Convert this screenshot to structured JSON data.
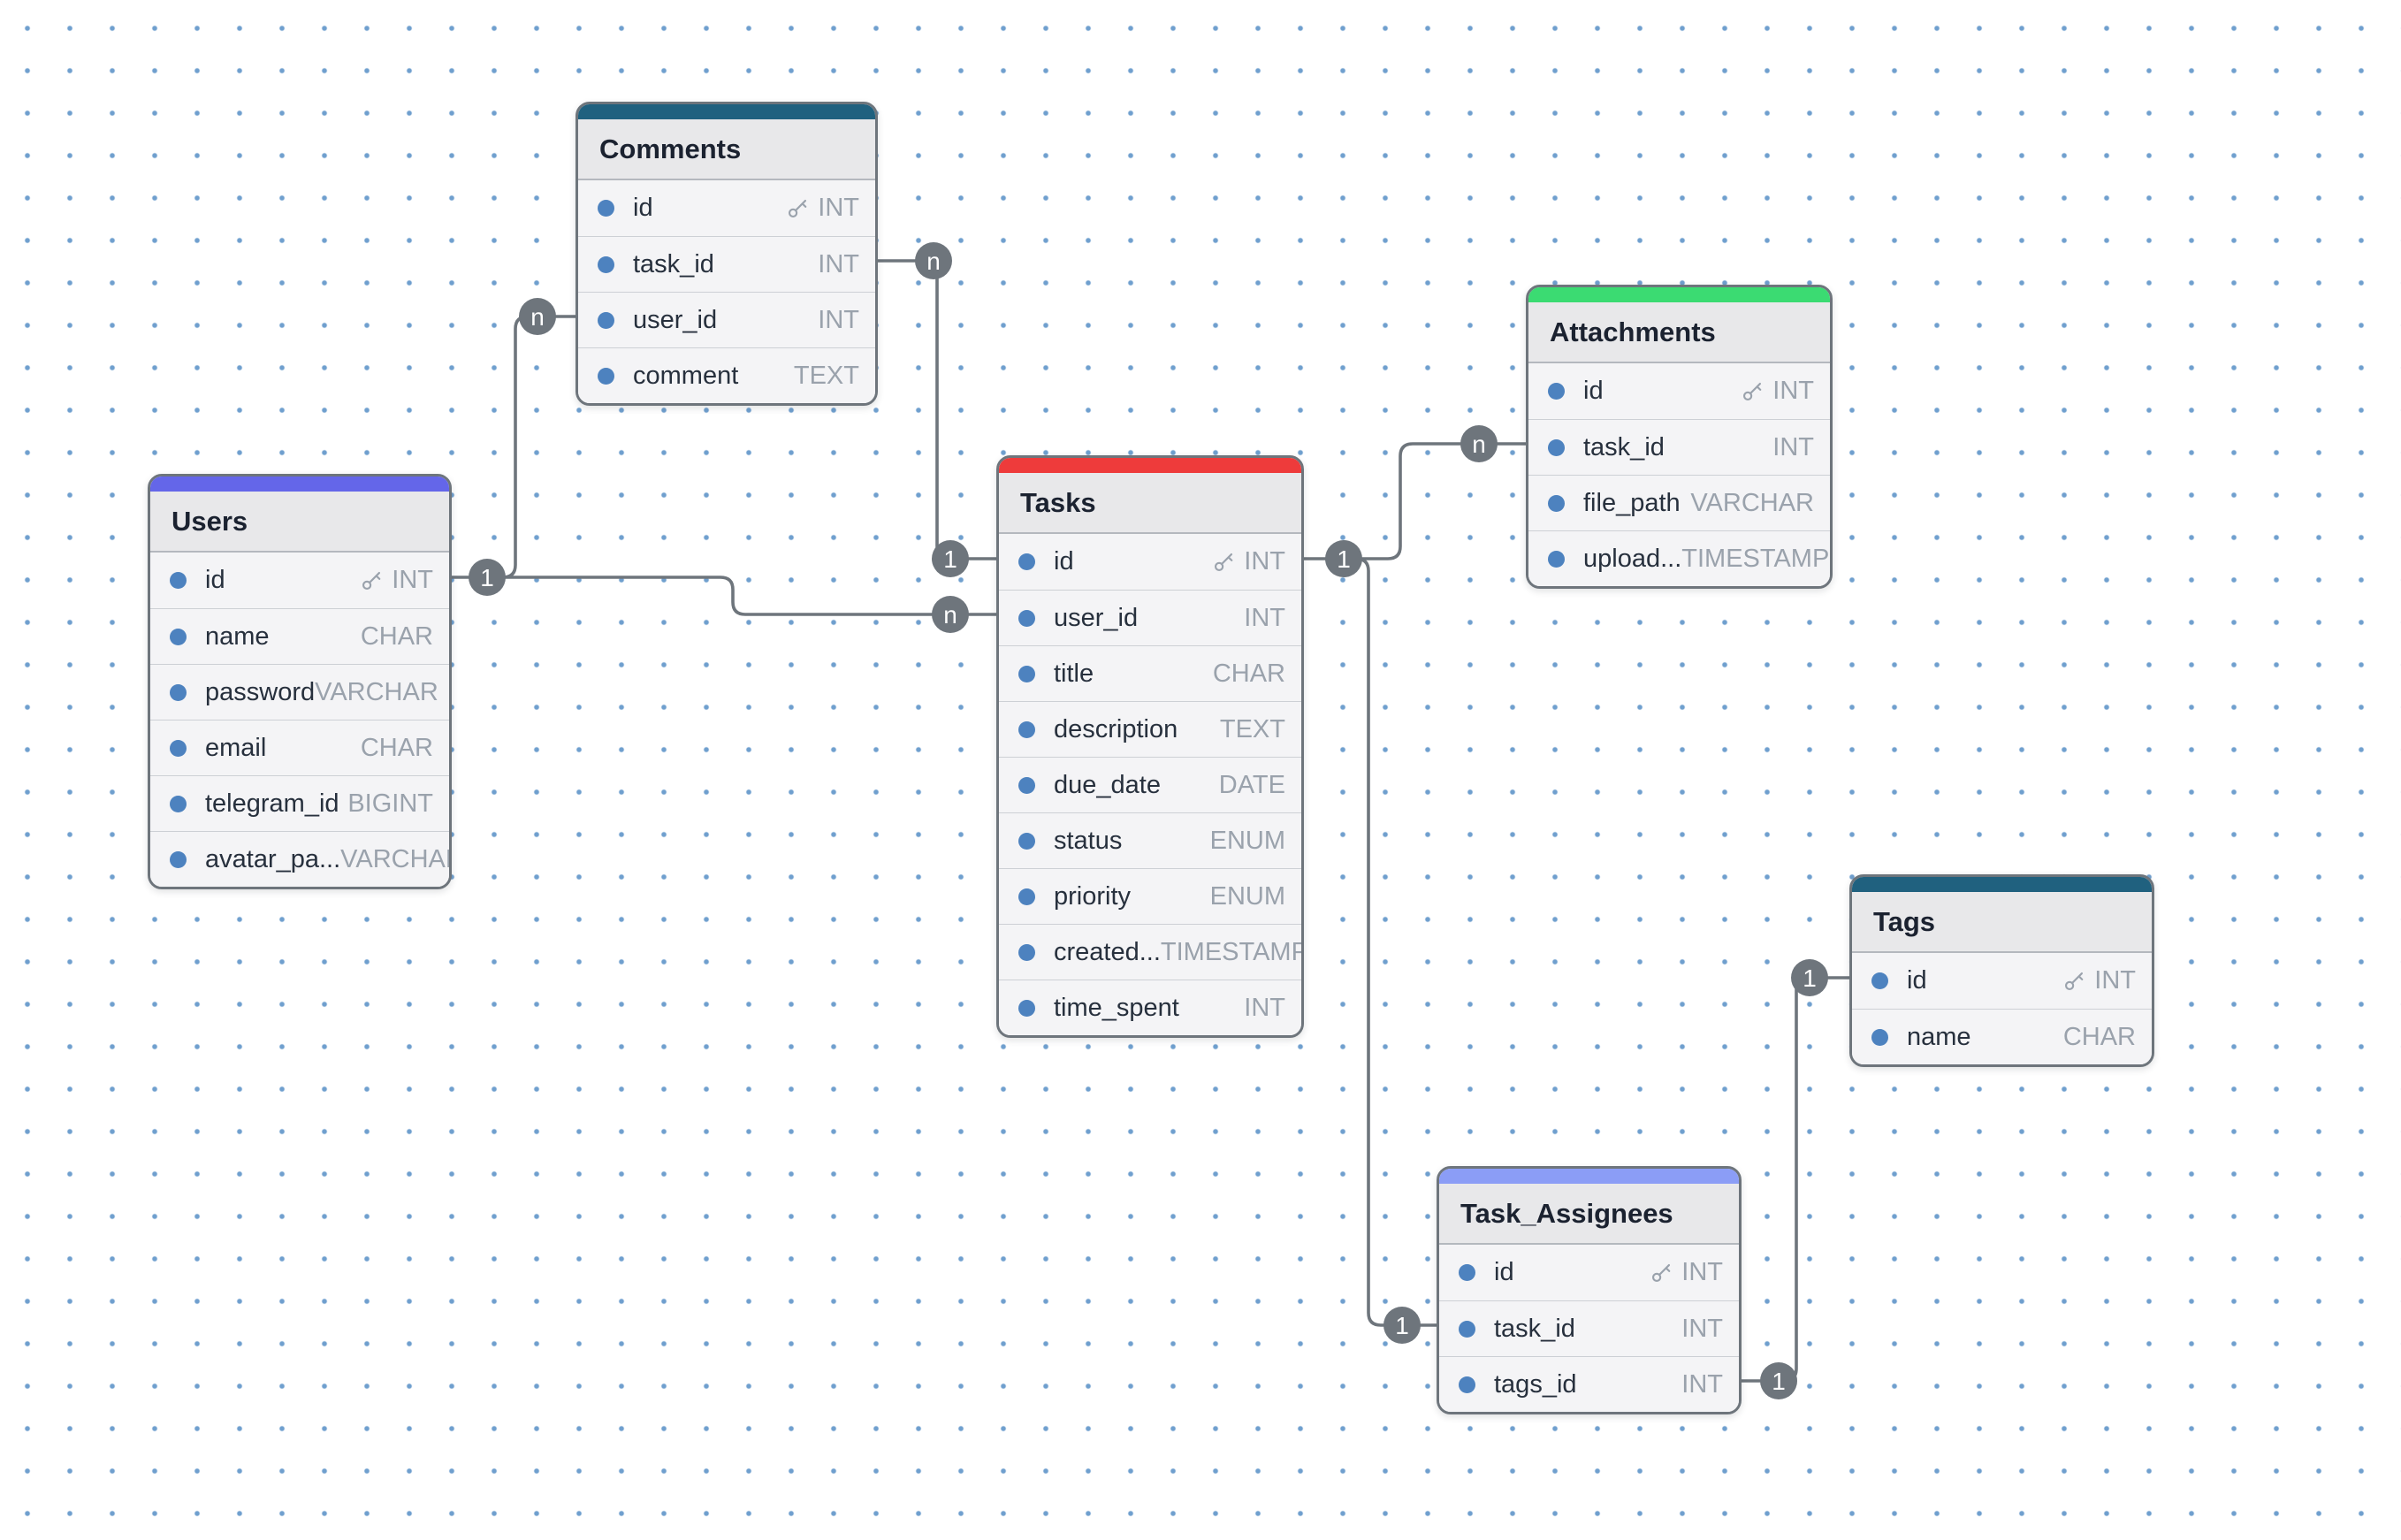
{
  "theme": {
    "canvas_background": "#ffffff",
    "grid_dot_color": "#6f9fce",
    "edge_color": "#6e757c",
    "marker_color": "#6e757c",
    "marker_text_color": "#ffffff",
    "field_dot_color": "#4d82bf",
    "table_border_color": "#6e757c",
    "table_header_background": "#e8e8ea",
    "table_row_background": "#f4f4f6"
  },
  "tables": {
    "comments": {
      "title": "Comments",
      "accent": "#20617f",
      "fields": [
        {
          "name": "id",
          "type": "INT",
          "primary_key": true
        },
        {
          "name": "task_id",
          "type": "INT",
          "primary_key": false
        },
        {
          "name": "user_id",
          "type": "INT",
          "primary_key": false
        },
        {
          "name": "comment",
          "type": "TEXT",
          "primary_key": false
        }
      ]
    },
    "users": {
      "title": "Users",
      "accent": "#6466e9",
      "fields": [
        {
          "name": "id",
          "type": "INT",
          "primary_key": true
        },
        {
          "name": "name",
          "type": "CHAR",
          "primary_key": false
        },
        {
          "name": "password",
          "type": "VARCHAR",
          "primary_key": false
        },
        {
          "name": "email",
          "type": "CHAR",
          "primary_key": false
        },
        {
          "name": "telegram_id",
          "type": "BIGINT",
          "primary_key": false
        },
        {
          "name": "avatar_pa...",
          "type": "VARCHAR",
          "primary_key": false
        }
      ]
    },
    "tasks": {
      "title": "Tasks",
      "accent": "#ee3b3b",
      "fields": [
        {
          "name": "id",
          "type": "INT",
          "primary_key": true
        },
        {
          "name": "user_id",
          "type": "INT",
          "primary_key": false
        },
        {
          "name": "title",
          "type": "CHAR",
          "primary_key": false
        },
        {
          "name": "description",
          "type": "TEXT",
          "primary_key": false
        },
        {
          "name": "due_date",
          "type": "DATE",
          "primary_key": false
        },
        {
          "name": "status",
          "type": "ENUM",
          "primary_key": false
        },
        {
          "name": "priority",
          "type": "ENUM",
          "primary_key": false
        },
        {
          "name": "created...",
          "type": "TIMESTAMP",
          "primary_key": false
        },
        {
          "name": "time_spent",
          "type": "INT",
          "primary_key": false
        }
      ]
    },
    "attachments": {
      "title": "Attachments",
      "accent": "#3bdb72",
      "fields": [
        {
          "name": "id",
          "type": "INT",
          "primary_key": true
        },
        {
          "name": "task_id",
          "type": "INT",
          "primary_key": false
        },
        {
          "name": "file_path",
          "type": "VARCHAR",
          "primary_key": false
        },
        {
          "name": "upload...",
          "type": "TIMESTAMP",
          "primary_key": false
        }
      ]
    },
    "tags": {
      "title": "Tags",
      "accent": "#20617f",
      "fields": [
        {
          "name": "id",
          "type": "INT",
          "primary_key": true
        },
        {
          "name": "name",
          "type": "CHAR",
          "primary_key": false
        }
      ]
    },
    "task_assignees": {
      "title": "Task_Assignees",
      "accent": "#8b9df6",
      "fields": [
        {
          "name": "id",
          "type": "INT",
          "primary_key": true
        },
        {
          "name": "task_id",
          "type": "INT",
          "primary_key": false
        },
        {
          "name": "tags_id",
          "type": "INT",
          "primary_key": false
        }
      ]
    }
  },
  "relationships": [
    {
      "source_table": "Comments",
      "source_field": "user_id",
      "source_label": "n",
      "target_table": "Users",
      "target_field": "id",
      "target_label": "1"
    },
    {
      "source_table": "Tasks",
      "source_field": "user_id",
      "source_label": "n",
      "target_table": "Users",
      "target_field": "id",
      "target_label": "1"
    },
    {
      "source_table": "Comments",
      "source_field": "task_id",
      "source_label": "n",
      "target_table": "Tasks",
      "target_field": "id",
      "target_label": "1"
    },
    {
      "source_table": "Tasks",
      "source_field": "id",
      "source_label": "1",
      "target_table": "Attachments",
      "target_field": "task_id",
      "target_label": "n"
    },
    {
      "source_table": "Tasks",
      "source_field": "id",
      "source_label": "1",
      "target_table": "Task_Assignees",
      "target_field": "task_id",
      "target_label": "1"
    },
    {
      "source_table": "Tags",
      "source_field": "id",
      "source_label": "1",
      "target_table": "Task_Assignees",
      "target_field": "tags_id",
      "target_label": "1"
    }
  ]
}
